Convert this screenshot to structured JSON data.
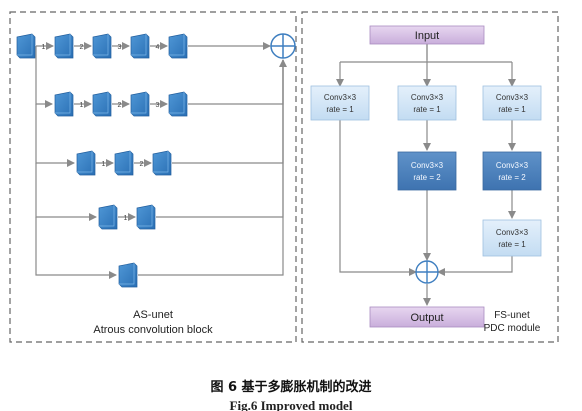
{
  "left_panel": {
    "title": "AS-unet",
    "subtitle": "Atrous convolution block",
    "rows": [
      {
        "labels": [
          "1",
          "2",
          "3",
          "4"
        ]
      },
      {
        "labels": [
          "1",
          "2",
          "3"
        ]
      },
      {
        "labels": [
          "1",
          "2"
        ]
      },
      {
        "labels": [
          "1"
        ]
      },
      {
        "labels": []
      }
    ],
    "sum_symbol": "⊕"
  },
  "right_panel": {
    "input_label": "Input",
    "output_label": "Output",
    "title": "FS-unet",
    "subtitle": "PDC module",
    "boxes": {
      "c1": {
        "line1": "Conv3×3",
        "line2": "rate = 1"
      },
      "c2": {
        "line1": "Conv3×3",
        "line2": "rate = 1"
      },
      "c3": {
        "line1": "Conv3×3",
        "line2": "rate = 1"
      },
      "c4": {
        "line1": "Conv3×3",
        "line2": "rate = 2"
      },
      "c5": {
        "line1": "Conv3×3",
        "line2": "rate = 2"
      },
      "c6": {
        "line1": "Conv3×3",
        "line2": "rate = 1"
      }
    }
  },
  "caption": "图 6  基于多膨胀机制的改进",
  "caption_en": "Fig.6  Improved model"
}
